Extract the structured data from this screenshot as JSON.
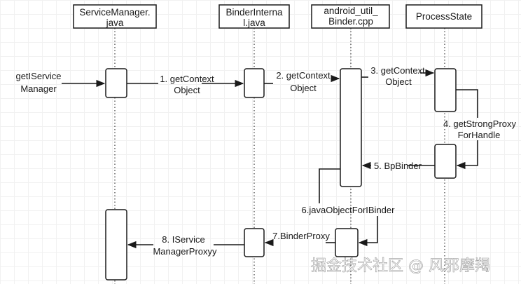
{
  "participants": [
    {
      "line1": "ServiceManager.",
      "line2": "java"
    },
    {
      "line1": "BinderInterna",
      "line2": "l.java"
    },
    {
      "line1": "android_util_",
      "line2": "Binder.cpp"
    },
    {
      "line1": "ProcessState",
      "line2": ""
    }
  ],
  "caller_label": {
    "line1": "getIService",
    "line2": "Manager"
  },
  "messages": [
    {
      "line1": "1. getContext",
      "line2": "Object"
    },
    {
      "line1": "2. getContext",
      "line2": "Object"
    },
    {
      "line1": "3. getContext",
      "line2": "Object"
    },
    {
      "line1": "4. getStrongProxy",
      "line2": "ForHandle"
    },
    {
      "line1": "5. BpBinder",
      "line2": ""
    },
    {
      "line1": "6.javaObjectForIBinder",
      "line2": ""
    },
    {
      "line1": "7.BinderProxy",
      "line2": ""
    },
    {
      "line1": "8. IService",
      "line2": "ManagerProxyy"
    }
  ],
  "watermark": "掘金技术社区 @ 风邪摩羯",
  "colors": {
    "line": "#1a1a1a",
    "lifeline": "#555555",
    "grid": "#f1f1f1"
  }
}
